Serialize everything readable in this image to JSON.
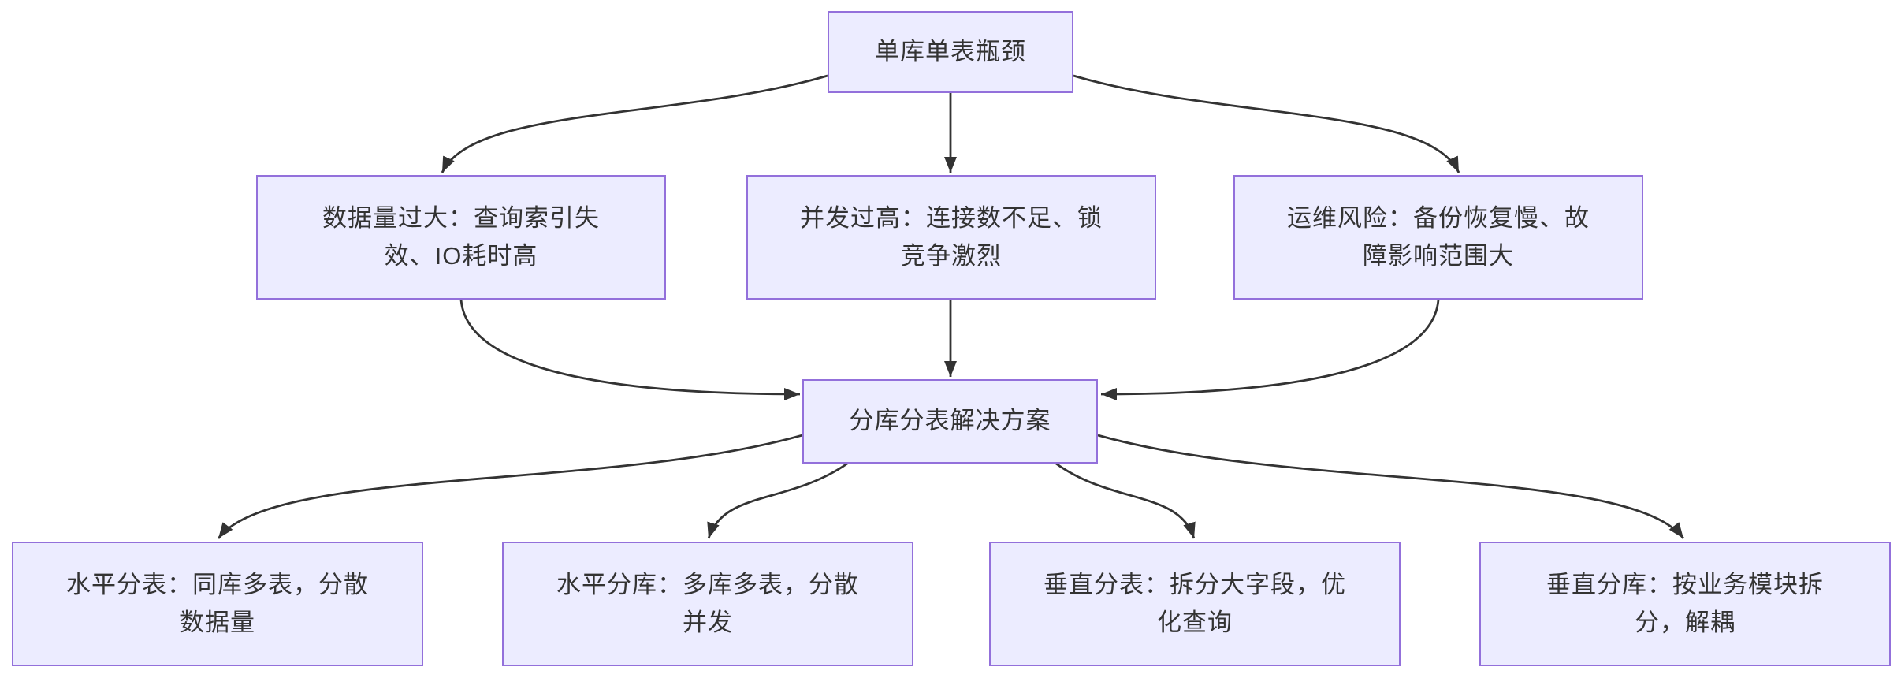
{
  "diagram": {
    "type": "flowchart",
    "direction": "top-down",
    "colors": {
      "node_fill": "#ECECFF",
      "node_border": "#9370DB",
      "edge": "#333333",
      "text": "#333333",
      "background": "#ffffff"
    },
    "nodes": {
      "root": {
        "label": "单库单表瓶颈"
      },
      "prob_a": {
        "label": "数据量过大：查询索引失\n效、IO耗时高"
      },
      "prob_b": {
        "label": "并发过高：连接数不足、锁\n竞争激烈"
      },
      "prob_c": {
        "label": "运维风险：备份恢复慢、故\n障影响范围大"
      },
      "sol": {
        "label": "分库分表解决方案"
      },
      "s1": {
        "label": "水平分表：同库多表，分散\n数据量"
      },
      "s2": {
        "label": "水平分库：多库多表，分散\n并发"
      },
      "s3": {
        "label": "垂直分表：拆分大字段，优\n化查询"
      },
      "s4": {
        "label": "垂直分库：按业务模块拆\n分，解耦"
      }
    },
    "edges": [
      {
        "from": "root",
        "to": "prob_a"
      },
      {
        "from": "root",
        "to": "prob_b"
      },
      {
        "from": "root",
        "to": "prob_c"
      },
      {
        "from": "prob_a",
        "to": "sol"
      },
      {
        "from": "prob_b",
        "to": "sol"
      },
      {
        "from": "prob_c",
        "to": "sol"
      },
      {
        "from": "sol",
        "to": "s1"
      },
      {
        "from": "sol",
        "to": "s2"
      },
      {
        "from": "sol",
        "to": "s3"
      },
      {
        "from": "sol",
        "to": "s4"
      }
    ]
  }
}
